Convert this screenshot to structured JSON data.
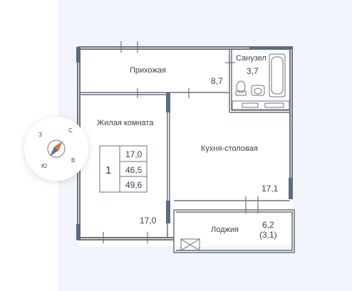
{
  "rooms": {
    "hallway": {
      "name": "Прихожая",
      "area": "8,7"
    },
    "bathroom": {
      "name": "Санузел",
      "area": "3,7"
    },
    "living": {
      "name": "Жилая комната",
      "area": "17,0"
    },
    "kitchen": {
      "name": "Кухня-столовая",
      "area": "17,1"
    },
    "loggia": {
      "name": "Лоджия",
      "area": "6,2",
      "area_reduced": "(3,1)"
    }
  },
  "summary": {
    "room_count": "1",
    "living_area": "17,0",
    "total_area": "46,5",
    "total_with_loggia": "49,6"
  },
  "compass": {
    "north": "С",
    "south": "Ю",
    "east": "В",
    "west": "З"
  },
  "colors": {
    "wall": "#6b717c",
    "window": "#5b6b80",
    "panel": "#f2f5fb"
  }
}
